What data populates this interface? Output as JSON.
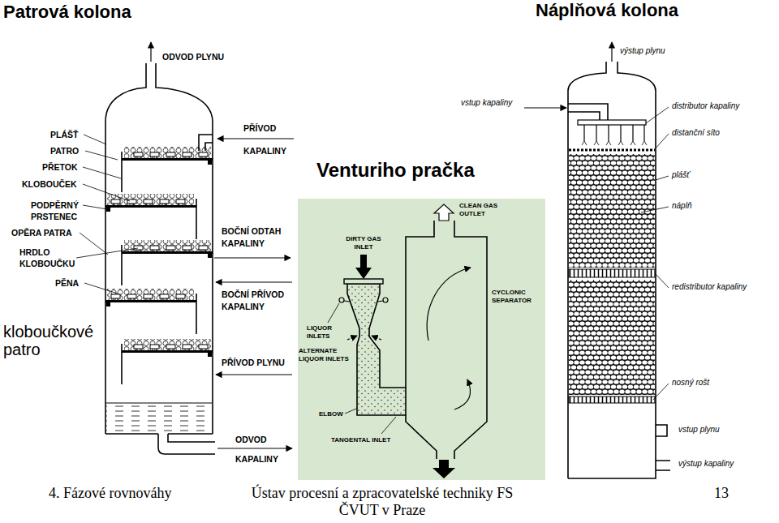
{
  "diagram": {
    "labels": [
      "Patrová kolona",
      "Náplňová kolona",
      "ODVOD PLYNU",
      "PLÁŠŤ",
      "PATRO",
      "PŘETOK",
      "KLOBOUČEK",
      "PODPĚRNÝ PRSTENEC",
      "OPĚRA PATRA",
      "HRDLO KLOBOUČKU",
      "PĚNA",
      "PŘÍVOD KAPALINY",
      "BOČNÍ ODTAH KAPALINY",
      "BOČNÍ PŘÍVOD KAPALINY",
      "PŘÍVOD PLYNU",
      "ODVOD KAPALINY",
      "kloboučkové patro",
      "Venturiho pračka",
      "CLEAN GAS OUTLET",
      "DIRTY GAS INLET",
      "CYCLONIC SEPARATOR",
      "LIQUOR INLETS",
      "ALTERNATE LIQUOR INLETS",
      "ELBOW",
      "TANGENTAL INLET",
      "výstup plynu",
      "vstup kapaliny",
      "distributor kapaliny",
      "distanční síto",
      "plášť",
      "náplň",
      "redistributor kapaliny",
      "nosný rošt",
      "vstup plynu",
      "výstup kapaliny",
      "4. Fázové rovnováhy",
      "Ústav procesní a zpracovatelské techniky FS ČVUT v Praze",
      "13"
    ]
  }
}
